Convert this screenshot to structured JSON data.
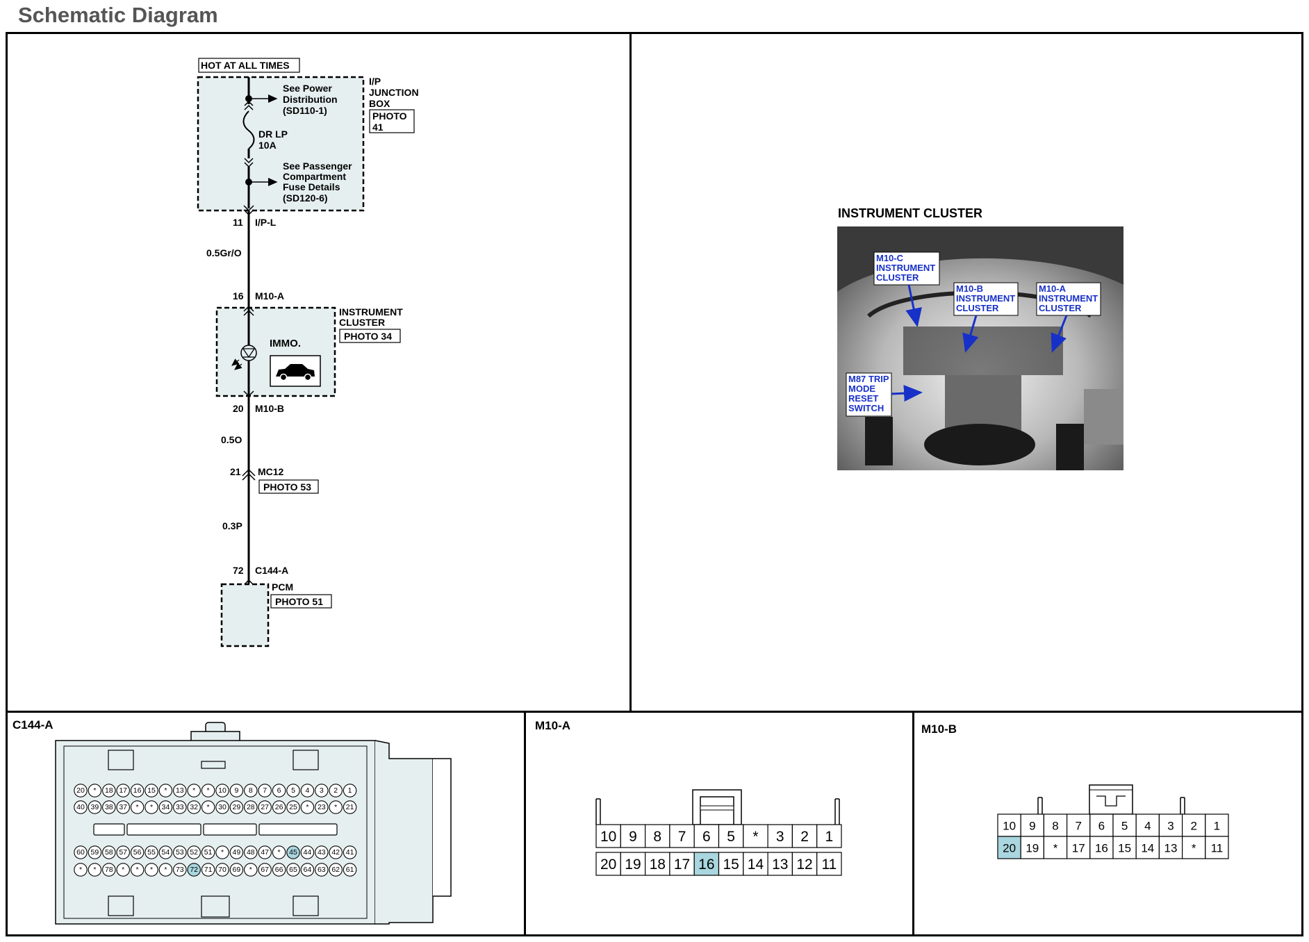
{
  "page_title": "Schematic Diagram",
  "schematic": {
    "hot_label": "HOT AT ALL TIMES",
    "junction_box": {
      "name_lines": [
        "I/P",
        "JUNCTION",
        "BOX"
      ],
      "photo_lines": [
        "PHOTO",
        "41"
      ],
      "see_power_lines": [
        "See Power",
        "Distribution",
        "(SD110-1)"
      ],
      "fuse_lines": [
        "DR LP",
        "10A"
      ],
      "see_pass_lines": [
        "See Passenger",
        "Compartment",
        "Fuse Details",
        "(SD120-6)"
      ]
    },
    "pins": {
      "jb_pin": "11",
      "jb_conn": "I/P-L",
      "wire1": "0.5Gr/O",
      "ic_in_pin": "16",
      "ic_in_conn": "M10-A",
      "ic_out_pin": "20",
      "ic_out_conn": "M10-B",
      "wire2": "0.5O",
      "mc_pin": "21",
      "mc_conn": "MC12",
      "mc_photo": "PHOTO 53",
      "wire3": "0.3P",
      "pcm_pin": "72",
      "pcm_conn": "C144-A"
    },
    "cluster": {
      "name_lines": [
        "INSTRUMENT",
        "CLUSTER"
      ],
      "photo": "PHOTO 34",
      "immo": "IMMO."
    },
    "pcm": {
      "name": "PCM",
      "photo": "PHOTO 51"
    }
  },
  "photo_panel": {
    "title": "INSTRUMENT CLUSTER",
    "callouts": {
      "m10c": [
        "M10-C",
        "INSTRUMENT",
        "CLUSTER"
      ],
      "m10b": [
        "M10-B",
        "INSTRUMENT",
        "CLUSTER"
      ],
      "m10a": [
        "M10-A",
        "INSTRUMENT",
        "CLUSTER"
      ],
      "m87": [
        "M87 TRIP",
        "MODE",
        "RESET",
        "SWITCH"
      ]
    }
  },
  "connectors": {
    "c144a": {
      "title": "C144-A",
      "row1": [
        "20",
        "*",
        "18",
        "17",
        "16",
        "15",
        "*",
        "13",
        "*",
        "*",
        "10",
        "9",
        "8",
        "7",
        "6",
        "5",
        "4",
        "3",
        "2",
        "1"
      ],
      "row2": [
        "40",
        "39",
        "38",
        "37",
        "*",
        "*",
        "34",
        "33",
        "32",
        "*",
        "30",
        "29",
        "28",
        "27",
        "26",
        "25",
        "*",
        "23",
        "*",
        "21"
      ],
      "row3": [
        "60",
        "59",
        "58",
        "57",
        "56",
        "55",
        "54",
        "53",
        "52",
        "51",
        "*",
        "49",
        "48",
        "47",
        "*",
        "45",
        "44",
        "43",
        "42",
        "41"
      ],
      "row4": [
        "*",
        "*",
        "78",
        "*",
        "*",
        "*",
        "*",
        "73",
        "72",
        "71",
        "70",
        "69",
        "*",
        "67",
        "66",
        "65",
        "64",
        "63",
        "62",
        "61"
      ],
      "highlight": [
        "45",
        "72"
      ]
    },
    "m10a": {
      "title": "M10-A",
      "top": [
        "10",
        "9",
        "8",
        "7",
        "6",
        "5",
        "*",
        "3",
        "2",
        "1"
      ],
      "bottom": [
        "20",
        "19",
        "18",
        "17",
        "16",
        "15",
        "14",
        "13",
        "12",
        "11"
      ],
      "highlight": "16"
    },
    "m10b": {
      "title": "M10-B",
      "top": [
        "10",
        "9",
        "8",
        "7",
        "6",
        "5",
        "4",
        "3",
        "2",
        "1"
      ],
      "bottom": [
        "20",
        "19",
        "*",
        "17",
        "16",
        "15",
        "14",
        "13",
        "*",
        "11"
      ],
      "highlight": "20"
    }
  },
  "colors": {
    "panel_fill": "#e6efef",
    "highlight": "#a9d6df",
    "callout": "#1730c8"
  }
}
